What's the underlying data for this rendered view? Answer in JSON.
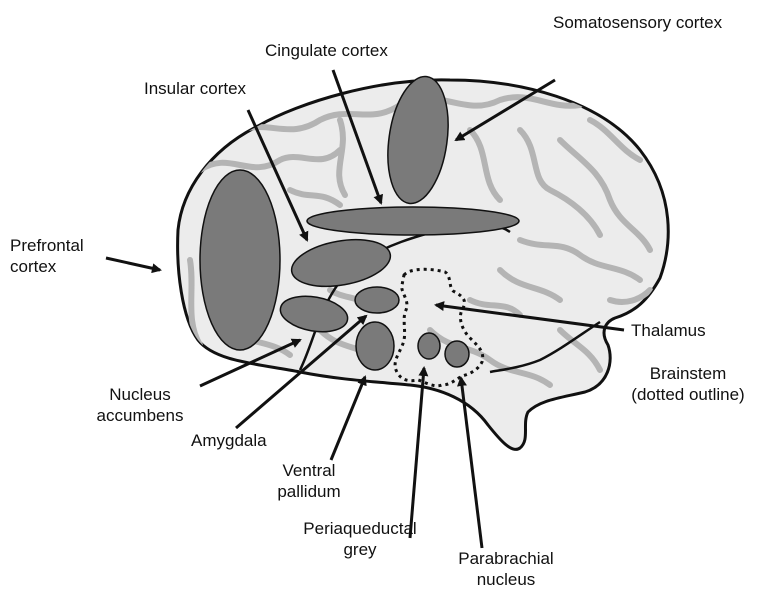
{
  "labels": {
    "somatosensory": "Somatosensory cortex",
    "cingulate": "Cingulate cortex",
    "insular": "Insular cortex",
    "prefrontal_1": "Prefrontal",
    "prefrontal_2": "cortex",
    "thalamus": "Thalamus",
    "brainstem_1": "Brainstem",
    "brainstem_2": "(dotted outline)",
    "accumbens_1": "Nucleus",
    "accumbens_2": "accumbens",
    "amygdala": "Amygdala",
    "pallidum_1": "Ventral",
    "pallidum_2": "pallidum",
    "pag_1": "Periaqueductal",
    "pag_2": "grey",
    "parabrachial_1": "Parabrachial",
    "parabrachial_2": "nucleus"
  },
  "colors": {
    "region_fill": "#7a7a7a",
    "outline": "#111111",
    "brain_texture": "#b4b4b4",
    "background": "#ffffff"
  }
}
